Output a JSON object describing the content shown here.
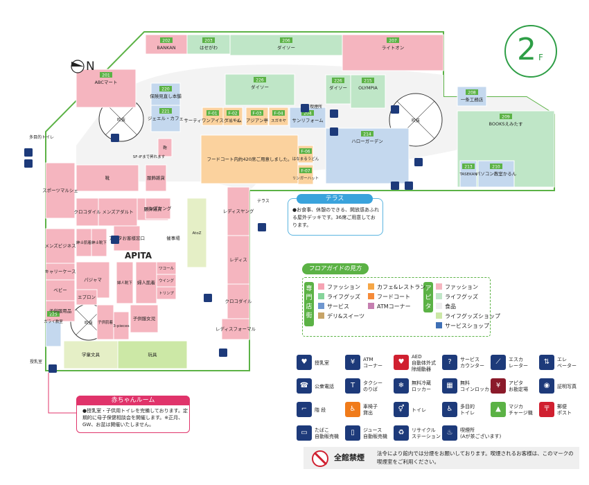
{
  "floor": {
    "number": "2",
    "suffix": "F"
  },
  "north_label": "N",
  "colors": {
    "fashion": "#f5b5bf",
    "lifegoods": "#bfe6c7",
    "service": "#c4d8ee",
    "deli": "#eed9a9",
    "cafe": "#f9c883",
    "foodcourt": "#fbd29e",
    "atm": "#d9a5c6",
    "wall": "#5bb245",
    "apita_fashion": "#f5b5bf",
    "apita_life": "#bfe6c7",
    "apita_food": "#eeeeee",
    "apita_lifeshop": "#cce8a6",
    "apita_service": "#3e6fb5"
  },
  "stores": [
    {
      "num": "202",
      "name": "BANKAN"
    },
    {
      "num": "203",
      "name": "はせがわ"
    },
    {
      "num": "206",
      "name": "ダイソー"
    },
    {
      "num": "207",
      "name": "ライトオン"
    },
    {
      "num": "201",
      "name": "ABCマート"
    },
    {
      "num": "220",
      "name": "保険見直し本舗"
    },
    {
      "num": "221",
      "name": "ジェエル・カフェ"
    },
    {
      "num": "226",
      "name": "ダイソー"
    },
    {
      "num": "226",
      "name": "ダイソー"
    },
    {
      "num": "215",
      "name": "OLYMPIA"
    },
    {
      "num": "208",
      "name": "一条工務店"
    },
    {
      "num": "209",
      "name": "BOOKSえみたす"
    },
    {
      "num": "204",
      "name": "サンリフォーム"
    },
    {
      "num": "214",
      "name": "ハローガーデン"
    },
    {
      "num": "213",
      "name": "TASEKAN"
    },
    {
      "num": "210",
      "name": "パソコン教室かるん"
    },
    {
      "num": "225",
      "name": "ガライ教室"
    },
    {
      "num": "F-01",
      "name": "サーティワンアイスクリーム"
    },
    {
      "num": "F-02",
      "name": "てんてん"
    },
    {
      "num": "F-03",
      "name": "アジアン亭"
    },
    {
      "num": "F-04",
      "name": "スガキヤ"
    },
    {
      "num": "F-06",
      "name": "はなまるうどん"
    },
    {
      "num": "F-07",
      "name": "リンガーハット"
    }
  ],
  "apita_areas": [
    {
      "name": "靴"
    },
    {
      "name": "服飾雑貨"
    },
    {
      "name": "鞄"
    },
    {
      "name": "服飾雑貨"
    },
    {
      "name": "スポーツマルシェ"
    },
    {
      "name": "クロコダイル"
    },
    {
      "name": "メンズアダルト"
    },
    {
      "name": "メンズヤング"
    },
    {
      "name": "レディスヤング"
    },
    {
      "name": "紳士肌着"
    },
    {
      "name": "紳士靴下"
    },
    {
      "name": "アピタお客様窓口"
    },
    {
      "name": "催事場"
    },
    {
      "name": "AtoZ"
    },
    {
      "name": "レディス"
    },
    {
      "name": "メンズビジネス"
    },
    {
      "name": "キャリーケース"
    },
    {
      "name": "パジャマ"
    },
    {
      "name": "婦人靴下"
    },
    {
      "name": "婦人肌着"
    },
    {
      "name": "ワコール"
    },
    {
      "name": "ウイング"
    },
    {
      "name": "トリンプ"
    },
    {
      "name": "ベビー"
    },
    {
      "name": "エプロン"
    },
    {
      "name": "クロコダイル"
    },
    {
      "name": "子供服用品"
    },
    {
      "name": "子供肌着"
    },
    {
      "name": "子供服女児"
    },
    {
      "name": "3-pieces"
    },
    {
      "name": "レディスフォーマル"
    },
    {
      "name": "学童文具"
    },
    {
      "name": "玩具"
    },
    {
      "name": "吹抜"
    },
    {
      "name": "吹抜"
    },
    {
      "name": "吹抜"
    },
    {
      "name": "フードコート内約420席ご用意しました。"
    }
  ],
  "map_labels": {
    "apita_logo": "APITA",
    "taisyou": "多目的トイレ",
    "sf_note": "SF-IFまで昇れます",
    "terrace": "テラス",
    "babyroom_label": "授乳室",
    "smoking": "喫煙所"
  },
  "terrace_box": {
    "title": "テラス",
    "text": "●お食事、休憩のできる、開放感あふれる屋外デッキです。36席ご用意しております。"
  },
  "baby_room": {
    "title": "赤ちゃんルーム",
    "text": "●授乳室・子供用トイレを完備しております。定期的に母子保健相談会を開催します。※正月、GW、お盆は開催いたしません。"
  },
  "floor_guide": {
    "title": "フロアガイドの見方",
    "specialty_tag": "専門店街",
    "apita_tag": "アピタ",
    "specialty_items": [
      {
        "label": "ファッション",
        "color": "#f5a3b3"
      },
      {
        "label": "カフェ&レストラン",
        "color": "#f5a646"
      },
      {
        "label": "ライフグッズ",
        "color": "#86d49a"
      },
      {
        "label": "フードコート",
        "color": "#f58a38"
      },
      {
        "label": "サービス",
        "color": "#6f97cf"
      },
      {
        "label": "ATMコーナー",
        "color": "#c57fb0"
      },
      {
        "label": "デリ&スイーツ",
        "color": "#c7a468"
      }
    ],
    "apita_items": [
      {
        "label": "ファッション",
        "color": "#f5b5bf"
      },
      {
        "label": "ライフグッズ",
        "color": "#bfe6c7"
      },
      {
        "label": "食品",
        "color": "#eeeeee"
      },
      {
        "label": "ライフグッズショップ",
        "color": "#cce8a6"
      },
      {
        "label": "サービスショップ",
        "color": "#3e6fb5"
      }
    ]
  },
  "facility_legend": [
    {
      "label": "授乳室",
      "icon": "nursing-room-icon",
      "color": "#1d3a7a",
      "glyph": "♥"
    },
    {
      "label": "ATM\nコーナー",
      "icon": "atm-icon",
      "color": "#1d3a7a",
      "glyph": "¥"
    },
    {
      "label": "AED\n自動体外式\n除細動器",
      "icon": "aed-icon",
      "color": "#d02030",
      "glyph": "♥"
    },
    {
      "label": "サービス\nカウンター",
      "icon": "service-counter-icon",
      "color": "#1d3a7a",
      "glyph": "?"
    },
    {
      "label": "エスカ\nレーター",
      "icon": "escalator-icon",
      "color": "#1d3a7a",
      "glyph": "⟋"
    },
    {
      "label": "エレ\nベーター",
      "icon": "elevator-icon",
      "color": "#1d3a7a",
      "glyph": "⇅"
    },
    {
      "label": "公衆電話",
      "icon": "phone-icon",
      "color": "#1d3a7a",
      "glyph": "☎"
    },
    {
      "label": "タクシー\nのりば",
      "icon": "taxi-icon",
      "color": "#1d3a7a",
      "glyph": "T"
    },
    {
      "label": "無料冷蔵\nロッカー",
      "icon": "cold-locker-icon",
      "color": "#1d3a7a",
      "glyph": "❄"
    },
    {
      "label": "無料\nコインロッカー",
      "icon": "coin-locker-icon",
      "color": "#1d3a7a",
      "glyph": "▦"
    },
    {
      "label": "アピタ\nお勘定場",
      "icon": "cashier-icon",
      "color": "#8b1a2a",
      "glyph": "¥"
    },
    {
      "label": "証明写真",
      "icon": "photo-booth-icon",
      "color": "#1d3a7a",
      "glyph": "◉"
    },
    {
      "label": "階 段",
      "icon": "stairs-icon",
      "color": "#1d3a7a",
      "glyph": "⌐"
    },
    {
      "label": "車椅子\n貸出",
      "icon": "wheelchair-rental-icon",
      "color": "#f07b1a",
      "glyph": "♿"
    },
    {
      "label": "トイレ",
      "icon": "toilet-icon",
      "color": "#1d3a7a",
      "glyph": "⚥"
    },
    {
      "label": "多目的\nトイレ",
      "icon": "multipurpose-toilet-icon",
      "color": "#1d3a7a",
      "glyph": "♿"
    },
    {
      "label": "マジカ\nチャージ機",
      "icon": "majica-charge-icon",
      "color": "#5bb245",
      "glyph": "▲"
    },
    {
      "label": "郵便\nポスト",
      "icon": "postbox-icon",
      "color": "#d02030",
      "glyph": "〒"
    },
    {
      "label": "たばこ\n自動販売機",
      "icon": "tobacco-vending-icon",
      "color": "#1d3a7a",
      "glyph": "▭"
    },
    {
      "label": "ジュース\n自動販売機",
      "icon": "drink-vending-icon",
      "color": "#1d3a7a",
      "glyph": "▯"
    },
    {
      "label": "リサイクル\nステーション",
      "icon": "recycle-icon",
      "color": "#1d3a7a",
      "glyph": "♻"
    },
    {
      "label": "喫煙所\n(Aが茶ございます)",
      "icon": "smoking-area-icon",
      "color": "#1d3a7a",
      "glyph": "♨"
    }
  ],
  "no_smoking": {
    "label": "全館禁煙",
    "text": "法令により館内では分煙をお願いしております。喫煙されるお客様は、このマークの喫煙室をご利用ください。"
  }
}
